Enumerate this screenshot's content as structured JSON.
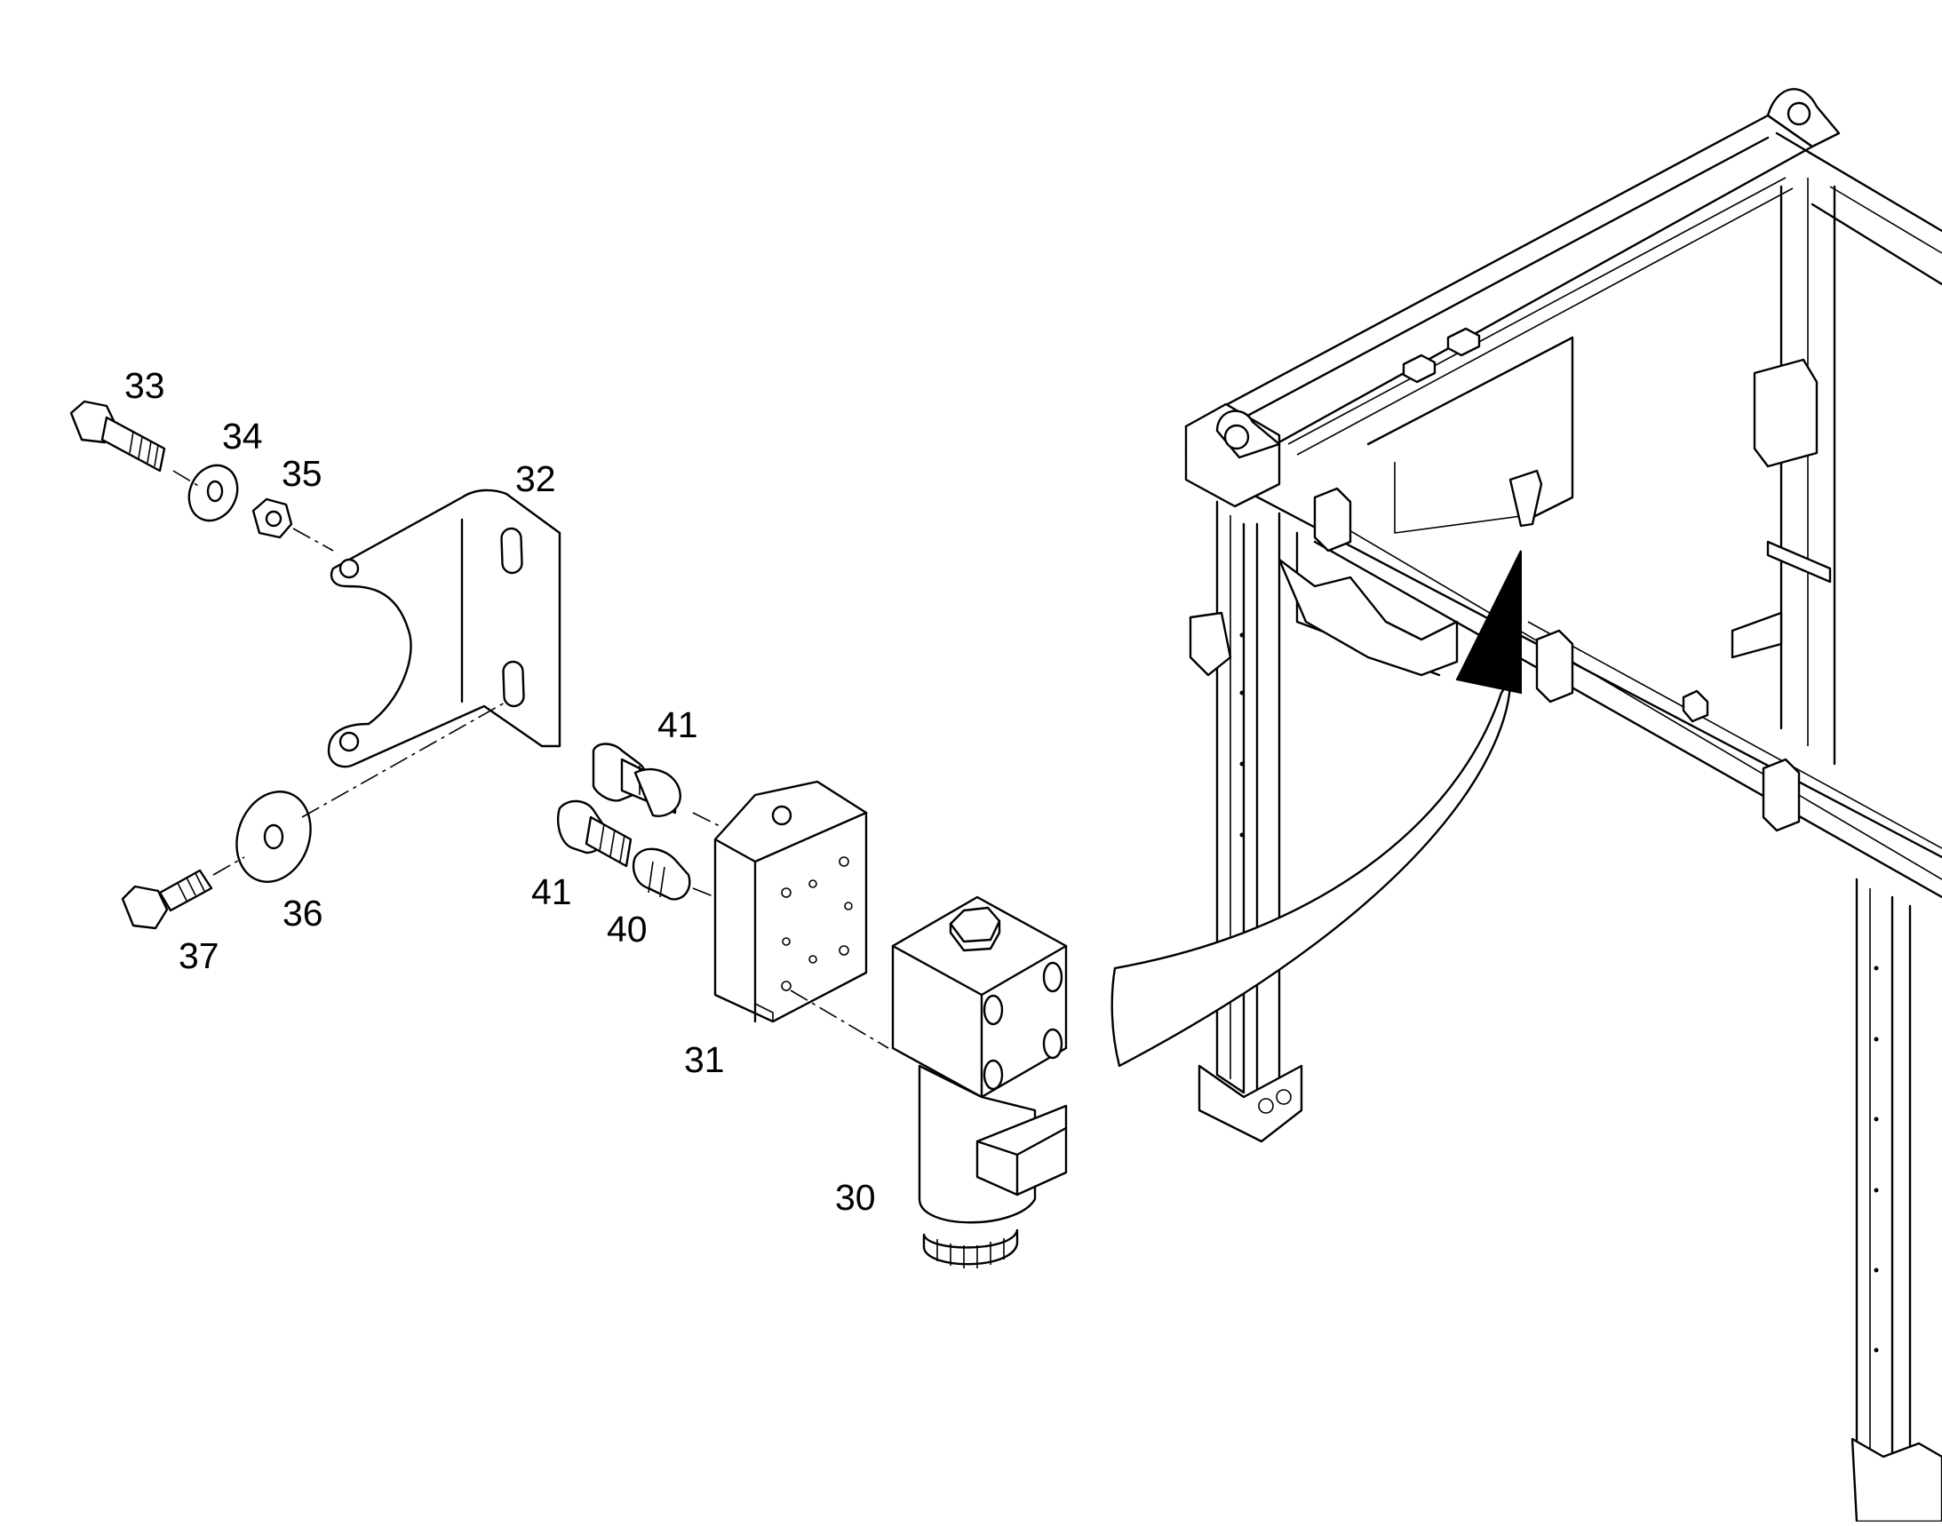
{
  "callouts": {
    "c30": "30",
    "c31": "31",
    "c32": "32",
    "c33": "33",
    "c34": "34",
    "c35": "35",
    "c36": "36",
    "c37": "37",
    "c40": "40",
    "c41a": "41",
    "c41b": "41"
  },
  "parts": [
    {
      "id": "30",
      "icon": "solenoid-valve-icon"
    },
    {
      "id": "31",
      "icon": "subplate-block-icon"
    },
    {
      "id": "32",
      "icon": "mounting-bracket-icon"
    },
    {
      "id": "33",
      "icon": "hex-bolt-icon"
    },
    {
      "id": "34",
      "icon": "washer-icon"
    },
    {
      "id": "35",
      "icon": "hex-nut-icon"
    },
    {
      "id": "36",
      "icon": "flat-washer-icon"
    },
    {
      "id": "37",
      "icon": "hex-bolt-icon"
    },
    {
      "id": "40",
      "icon": "fitting-icon"
    },
    {
      "id": "41",
      "icon": "fitting-icon"
    }
  ],
  "colors": {
    "line": "#000000",
    "background": "#ffffff"
  }
}
